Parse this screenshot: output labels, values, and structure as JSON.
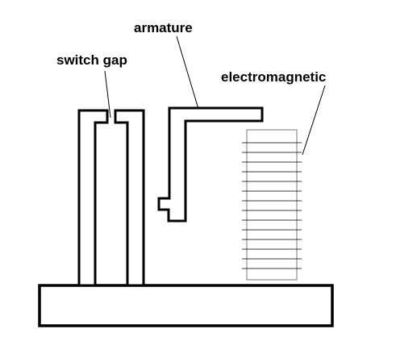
{
  "labels": {
    "switch_gap": "switch gap",
    "armature": "armature",
    "electromagnetic": "electromagnetic"
  },
  "colors": {
    "stroke": "#000000",
    "fill": "#ffffff",
    "coil_stroke": "#777777"
  }
}
